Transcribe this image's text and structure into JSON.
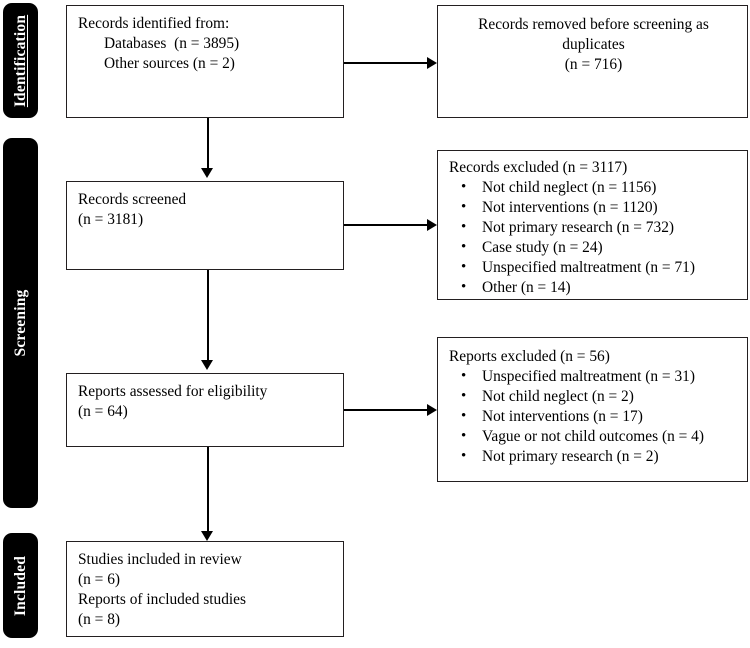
{
  "diagram": {
    "type": "prisma-flow-diagram",
    "phases": [
      {
        "id": "identification",
        "label": "Identification",
        "underlined": true
      },
      {
        "id": "screening",
        "label": "Screening",
        "underlined": false
      },
      {
        "id": "included",
        "label": "Included",
        "underlined": false
      }
    ],
    "boxes": {
      "identified": {
        "lines": [
          "Records identified from:",
          "Databases  (n = 3895)",
          "Other sources (n = 2)"
        ]
      },
      "duplicates_removed": {
        "lines": [
          "Records removed before screening as",
          "duplicates",
          "(n = 716)"
        ]
      },
      "screened": {
        "lines": [
          "Records screened",
          "(n = 3181)"
        ]
      },
      "records_excluded": {
        "heading": "Records excluded (n = 3117)",
        "items": [
          "Not child neglect (n = 1156)",
          "Not interventions (n = 1120)",
          "Not primary research (n = 732)",
          "Case study (n = 24)",
          "Unspecified maltreatment (n = 71)",
          "Other (n = 14)"
        ]
      },
      "eligibility": {
        "lines": [
          "Reports assessed for eligibility",
          "(n = 64)"
        ]
      },
      "reports_excluded": {
        "heading": "Reports excluded (n = 56)",
        "items": [
          "Unspecified maltreatment (n = 31)",
          "Not child neglect (n = 2)",
          "Not interventions (n = 17)",
          "Vague or not child outcomes (n = 4)",
          "Not primary research (n = 2)"
        ]
      },
      "included_studies": {
        "lines": [
          "Studies included in review",
          "(n = 6)",
          "Reports of included studies",
          "(n = 8)"
        ]
      }
    },
    "colors": {
      "phase_bar_background": "#000000",
      "phase_bar_text": "#ffffff",
      "box_border": "#231f20",
      "box_background": "#ffffff",
      "connector": "#000000"
    }
  }
}
